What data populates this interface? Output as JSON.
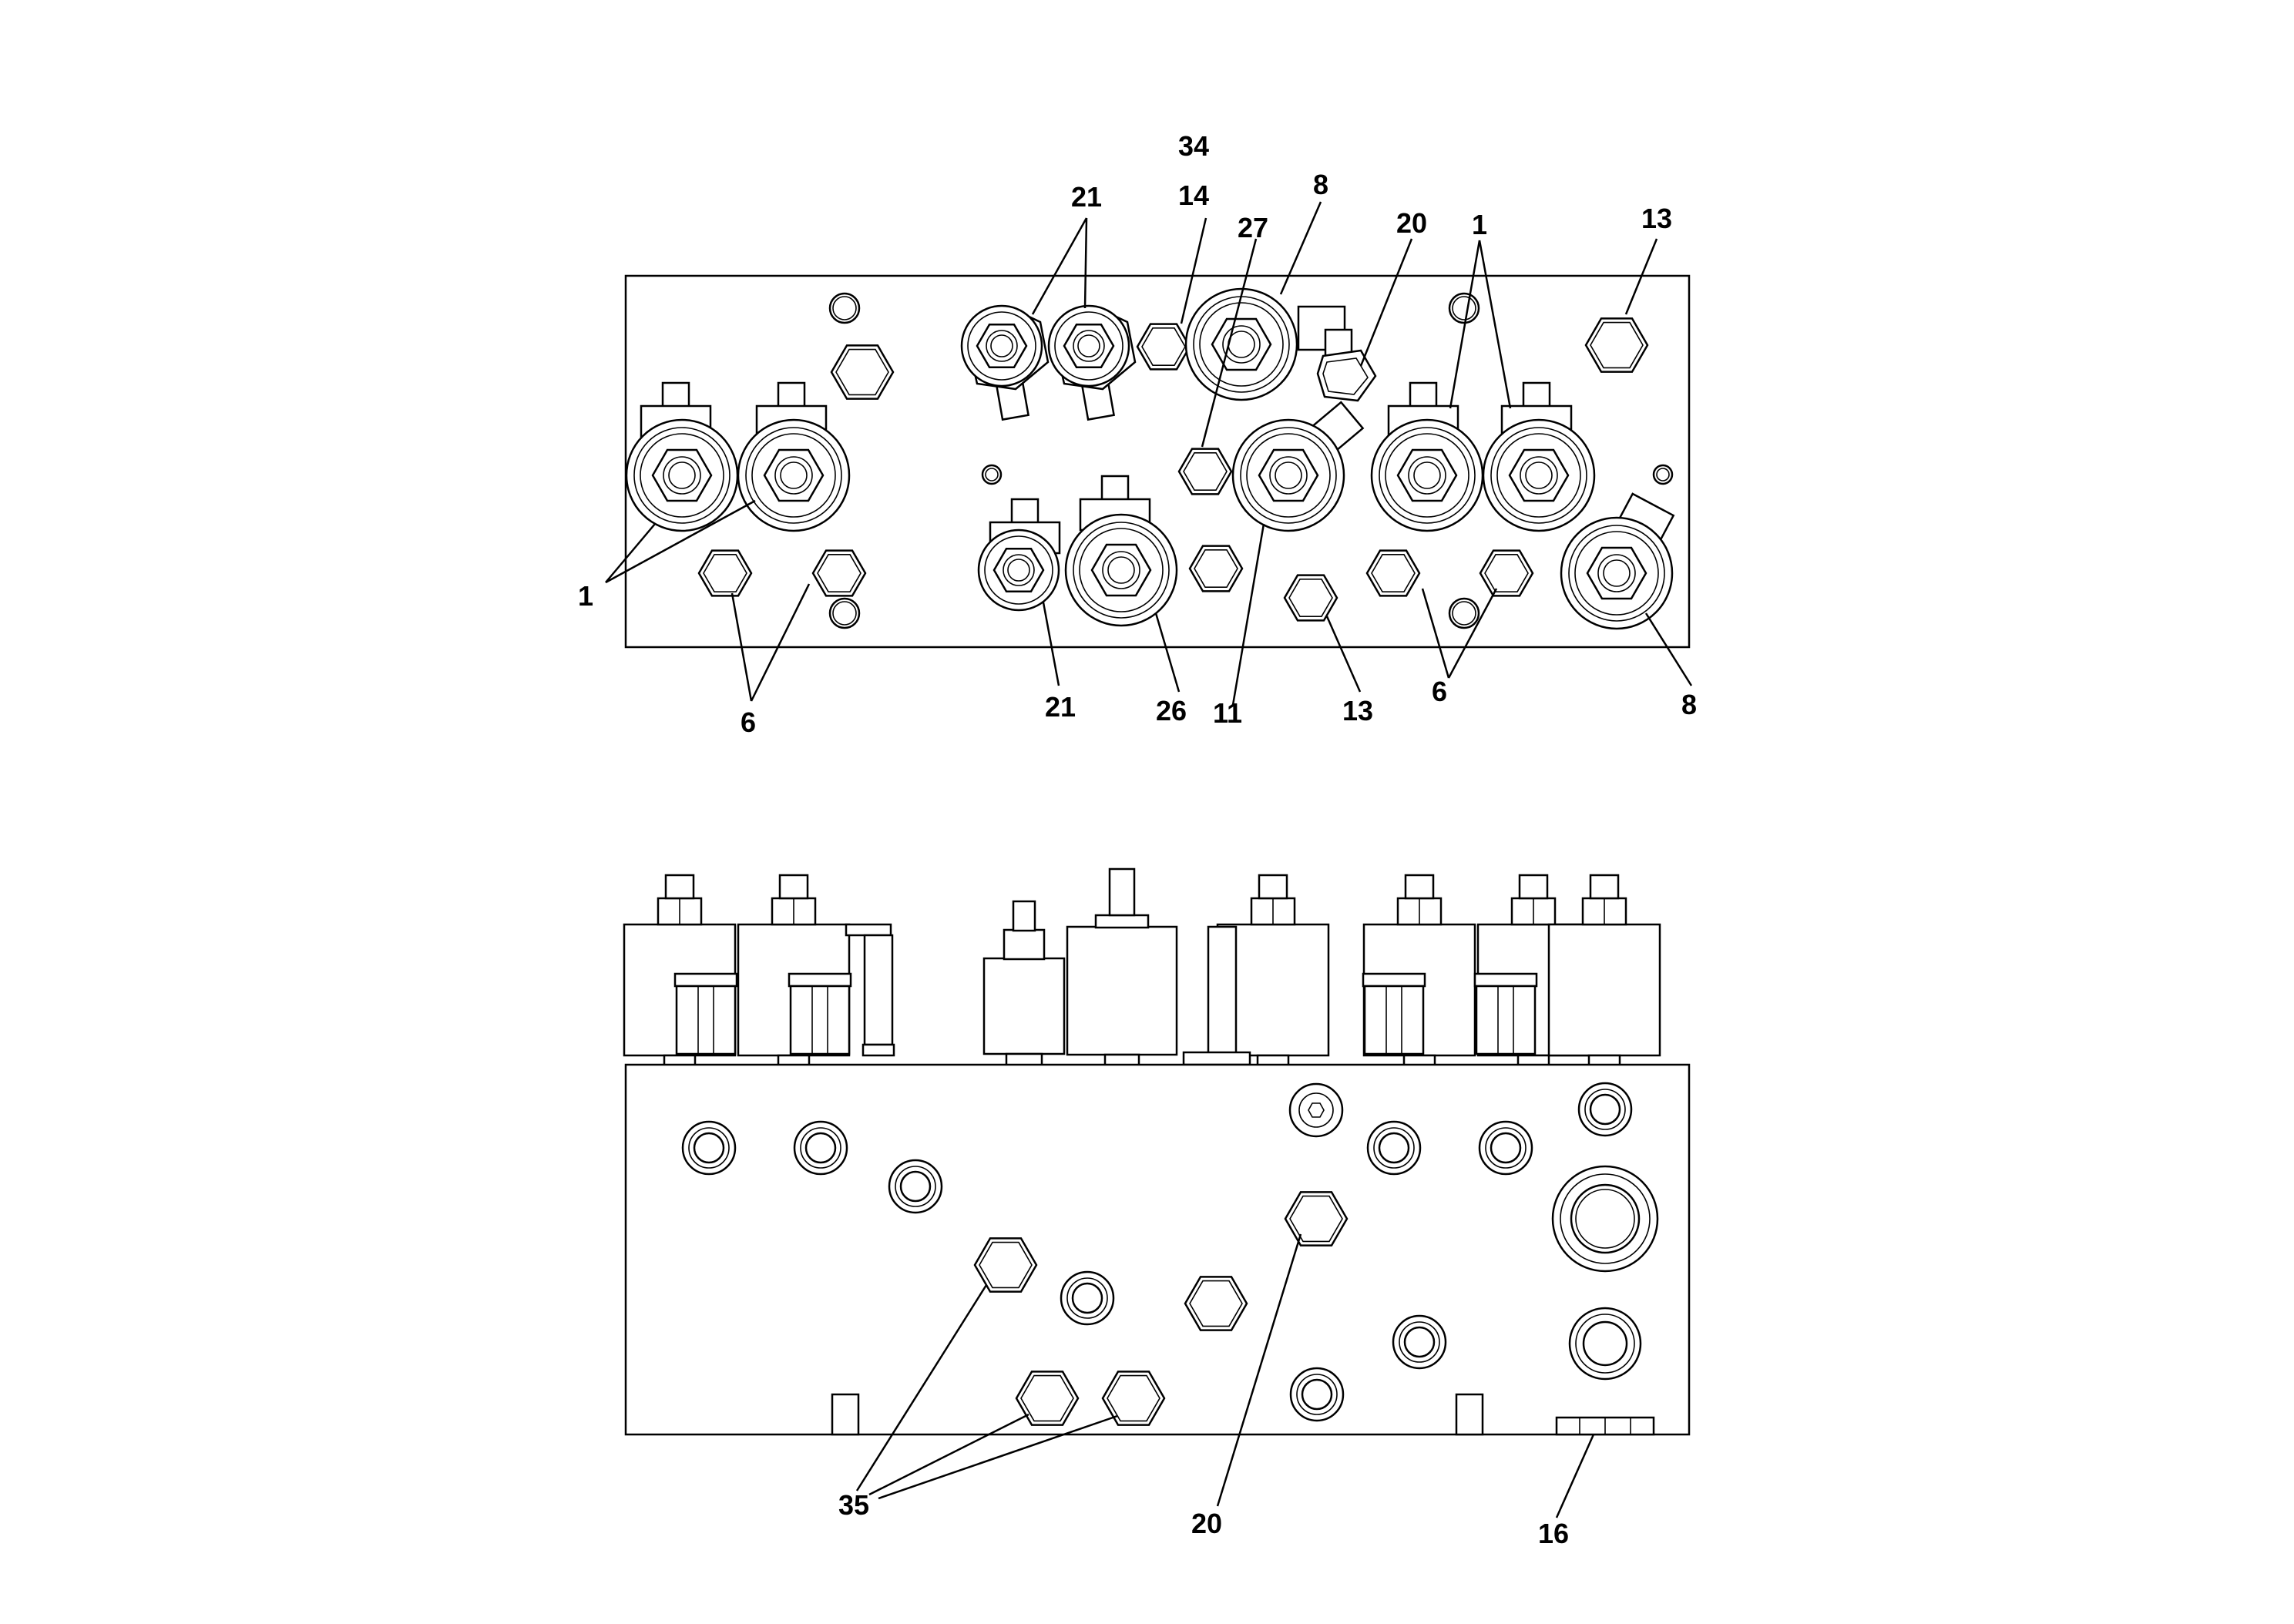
{
  "diagram": {
    "top_view_callouts": [
      "34",
      "21",
      "14",
      "27",
      "8",
      "20",
      "1",
      "13",
      "1",
      "6",
      "21",
      "26",
      "11",
      "13",
      "6",
      "8"
    ],
    "bottom_view_callouts": [
      "35",
      "20",
      "16"
    ]
  }
}
